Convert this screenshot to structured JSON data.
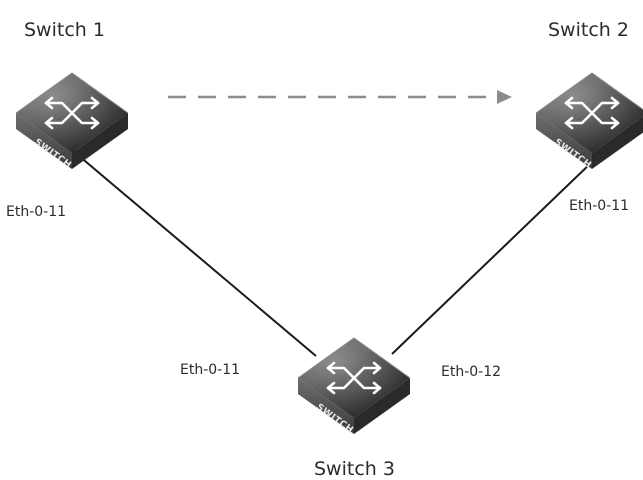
{
  "switches": {
    "switch1": {
      "name": "Switch 1",
      "badge": "SWITCH",
      "icon": "switch-arrows-icon"
    },
    "switch2": {
      "name": "Switch 2",
      "badge": "SWITCH",
      "icon": "switch-arrows-icon"
    },
    "switch3": {
      "name": "Switch 3",
      "badge": "SWITCH",
      "icon": "switch-arrows-icon"
    }
  },
  "ports": {
    "switch1_port": "Eth-0-11",
    "switch2_port": "Eth-0-11",
    "switch3_port_left": "Eth-0-11",
    "switch3_port_right": "Eth-0-12"
  },
  "links": [
    {
      "from": "switch1",
      "to": "switch3",
      "style": "solid"
    },
    {
      "from": "switch2",
      "to": "switch3",
      "style": "solid"
    },
    {
      "from": "switch1",
      "to": "switch2",
      "style": "dashed-arrow"
    }
  ],
  "colors": {
    "device_body": "#3a3a3a",
    "device_side": "#5a5a5a",
    "link": "#1a1a1a",
    "dashed_arrow": "#8c8c8c",
    "text": "#2b2b2b"
  }
}
